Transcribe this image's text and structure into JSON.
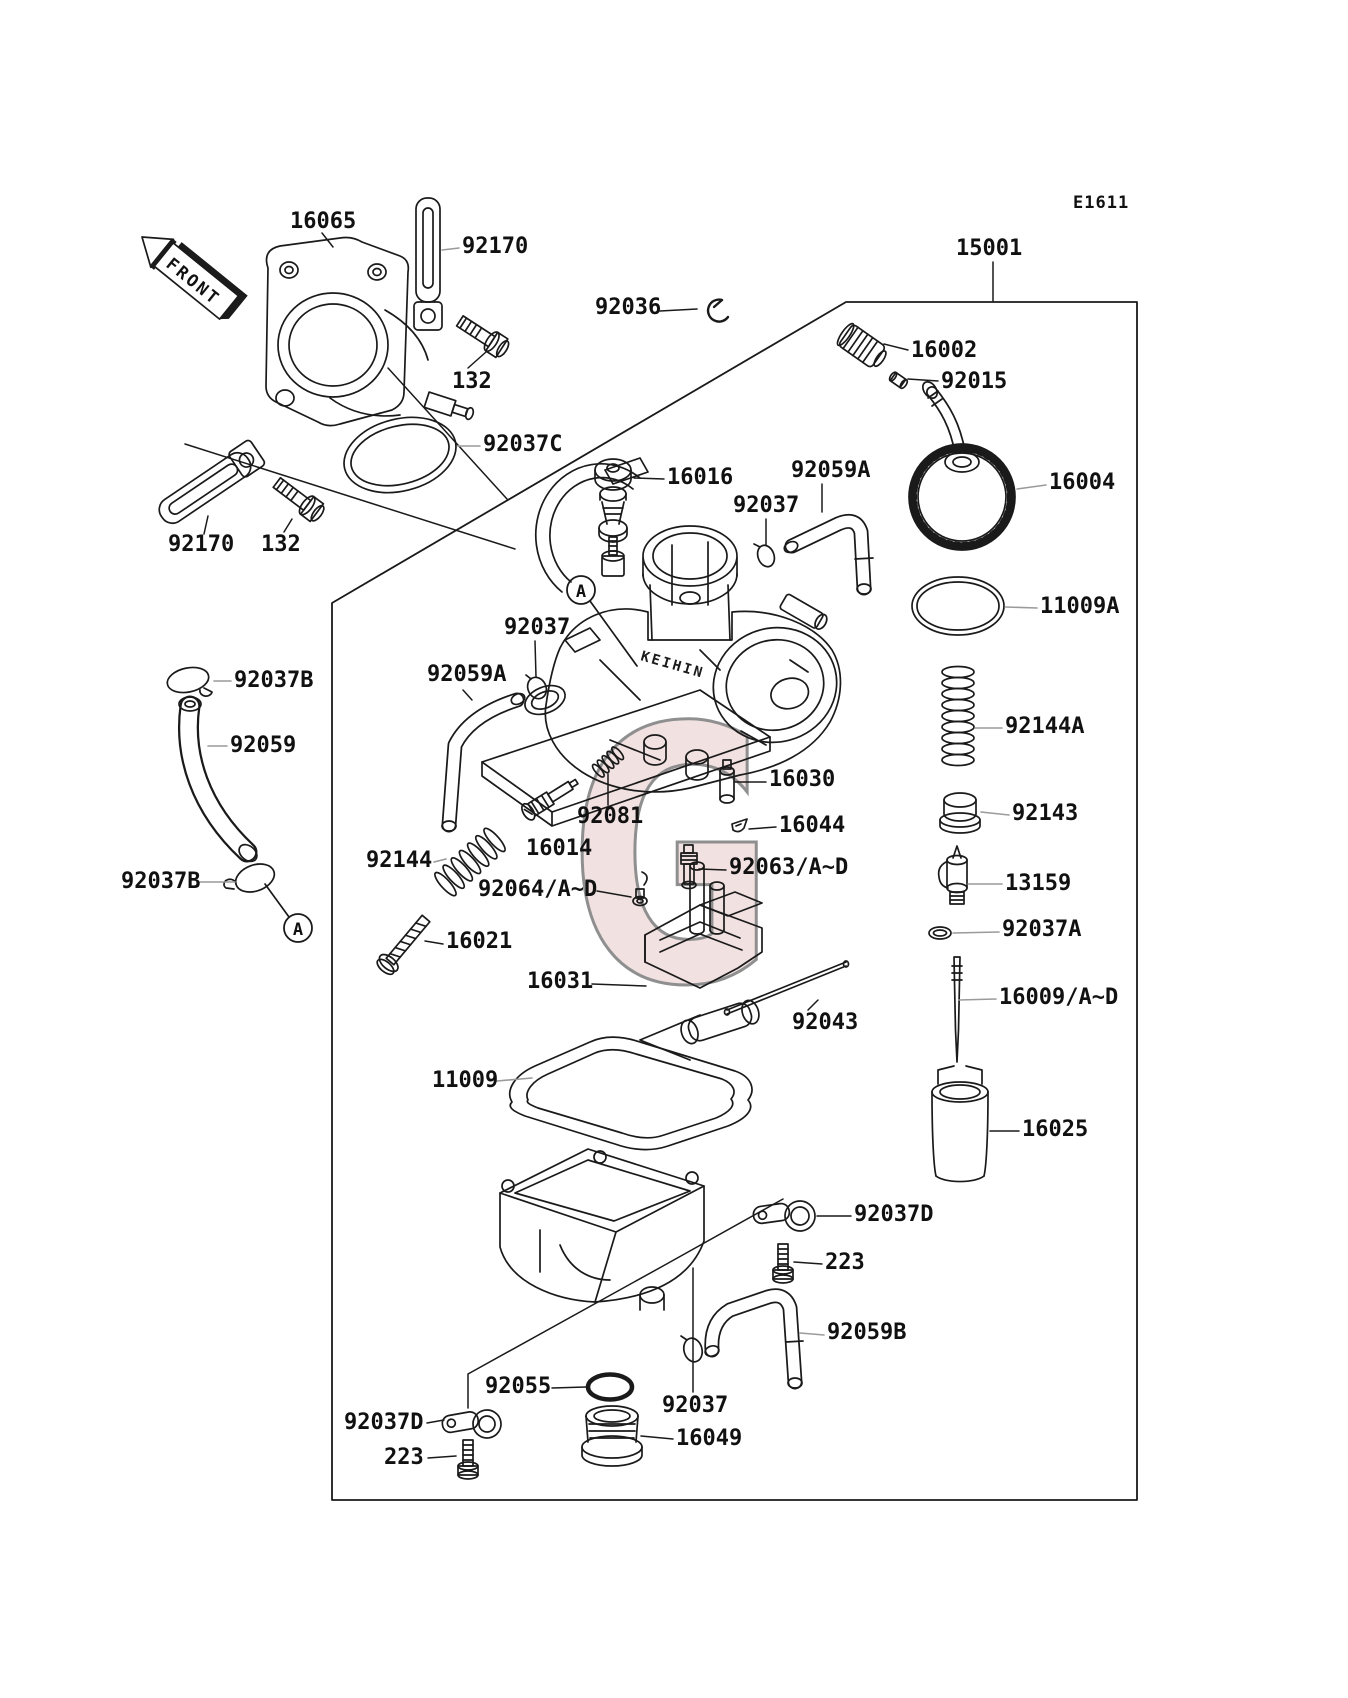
{
  "diagram": {
    "code": "E1611",
    "front_label": "FRONT",
    "detail_marker": "A",
    "carb_brand": "KEIHIN",
    "watermark_letter": "G",
    "watermark_fill": "#f2e1e1",
    "watermark_stroke": "#8f8f8f",
    "line_color": "#1a1a1a"
  },
  "labels": [
    {
      "id": "part-15001",
      "text": "15001"
    },
    {
      "id": "part-16065",
      "text": "16065"
    },
    {
      "id": "part-92170-top",
      "text": "92170"
    },
    {
      "id": "part-92036",
      "text": "92036"
    },
    {
      "id": "part-16002",
      "text": "16002"
    },
    {
      "id": "part-92015",
      "text": "92015"
    },
    {
      "id": "part-132-top",
      "text": "132"
    },
    {
      "id": "part-92037C",
      "text": "92037C"
    },
    {
      "id": "part-16016",
      "text": "16016"
    },
    {
      "id": "part-92037-upper",
      "text": "92037"
    },
    {
      "id": "part-92059A-right",
      "text": "92059A"
    },
    {
      "id": "part-16004",
      "text": "16004"
    },
    {
      "id": "part-92170-lower",
      "text": "92170"
    },
    {
      "id": "part-132-lower",
      "text": "132"
    },
    {
      "id": "part-11009A",
      "text": "11009A"
    },
    {
      "id": "part-92037-mid",
      "text": "92037"
    },
    {
      "id": "part-92059A-left",
      "text": "92059A"
    },
    {
      "id": "part-92037B-top",
      "text": "92037B"
    },
    {
      "id": "part-92059",
      "text": "92059"
    },
    {
      "id": "part-92144A",
      "text": "92144A"
    },
    {
      "id": "part-16030",
      "text": "16030"
    },
    {
      "id": "part-92081",
      "text": "92081"
    },
    {
      "id": "part-92143",
      "text": "92143"
    },
    {
      "id": "part-16044",
      "text": "16044"
    },
    {
      "id": "part-16014",
      "text": "16014"
    },
    {
      "id": "part-92144",
      "text": "92144"
    },
    {
      "id": "part-92063",
      "text": "92063/A~D"
    },
    {
      "id": "part-13159",
      "text": "13159"
    },
    {
      "id": "part-92064",
      "text": "92064/A~D"
    },
    {
      "id": "part-92037B-bottom",
      "text": "92037B"
    },
    {
      "id": "part-92037A",
      "text": "92037A"
    },
    {
      "id": "part-16021",
      "text": "16021"
    },
    {
      "id": "part-16031",
      "text": "16031"
    },
    {
      "id": "part-16009",
      "text": "16009/A~D"
    },
    {
      "id": "part-92043",
      "text": "92043"
    },
    {
      "id": "part-11009",
      "text": "11009"
    },
    {
      "id": "part-16025",
      "text": "16025"
    },
    {
      "id": "part-92037D-top",
      "text": "92037D"
    },
    {
      "id": "part-223-right",
      "text": "223"
    },
    {
      "id": "part-92059B",
      "text": "92059B"
    },
    {
      "id": "part-92055",
      "text": "92055"
    },
    {
      "id": "part-92037-bottom",
      "text": "92037"
    },
    {
      "id": "part-92037D-bottom",
      "text": "92037D"
    },
    {
      "id": "part-16049",
      "text": "16049"
    },
    {
      "id": "part-223-left",
      "text": "223"
    }
  ]
}
